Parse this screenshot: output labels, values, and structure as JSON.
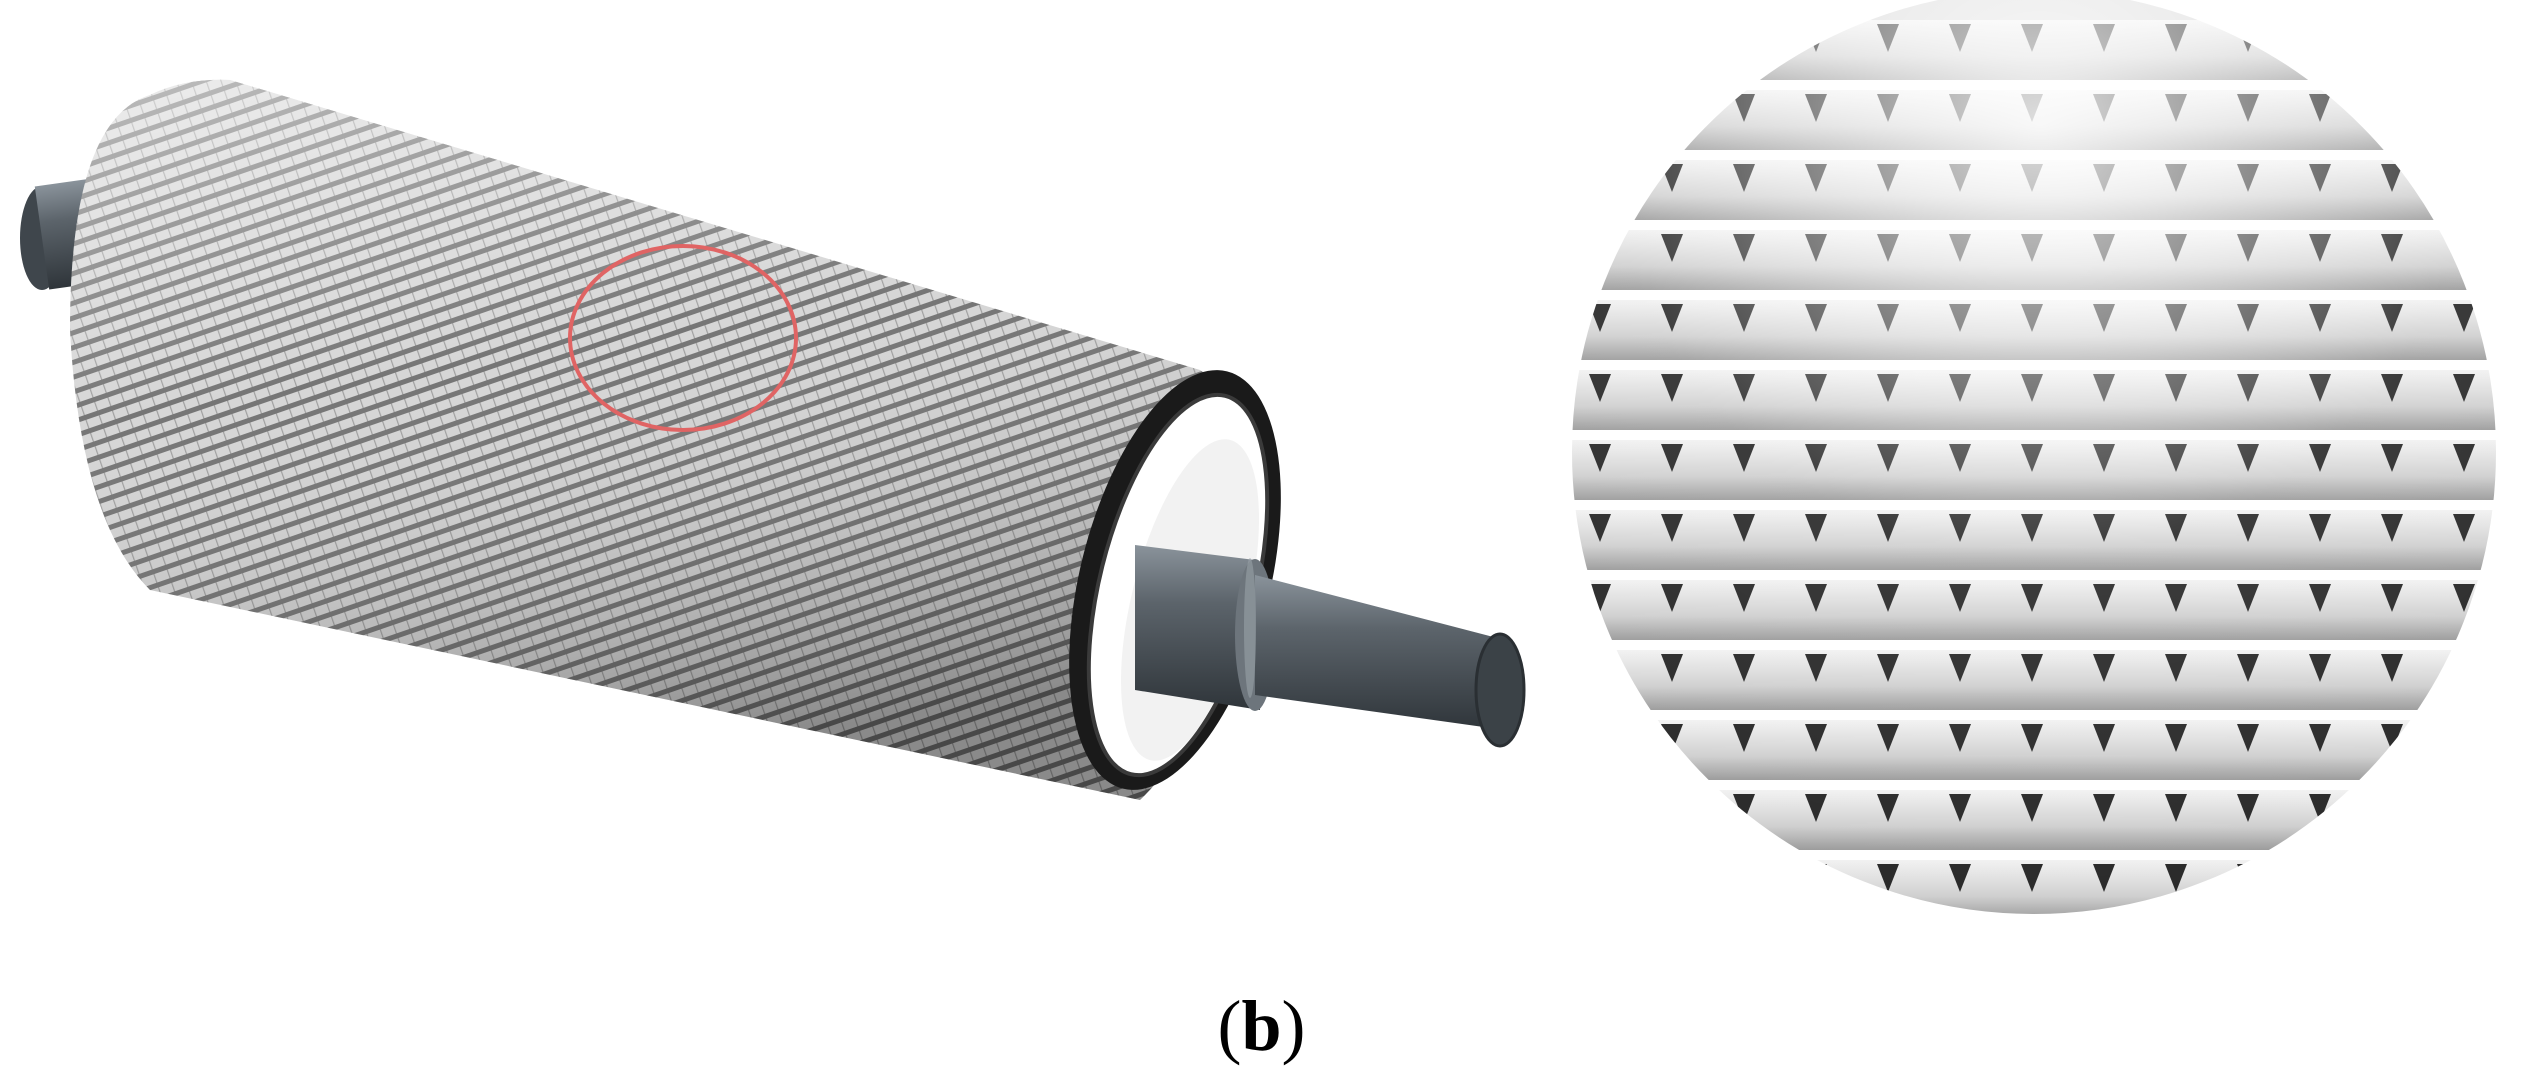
{
  "figure": {
    "panel_label_open": "(",
    "panel_label_letter": "b",
    "panel_label_close": ")",
    "colors": {
      "roller_surface": "#c9c9c9",
      "roller_groove": "#7a7a7a",
      "shaft": "#4a5158",
      "shaft_highlight": "#8b939b",
      "highlight_circle": "#e06464",
      "teeth_light": "#e8e8e8",
      "teeth_dark": "#2a2a2a"
    },
    "icons": {
      "roller": "knurled-roller-illustration",
      "shaft": "shaft-illustration",
      "zoom_region": "highlight-circle",
      "magnified_view": "magnified-texture-circle"
    }
  }
}
